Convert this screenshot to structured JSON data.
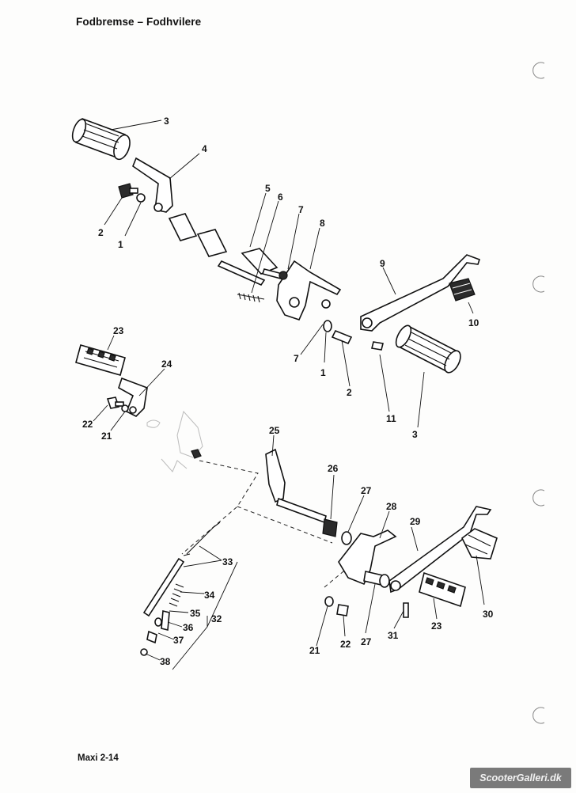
{
  "header": {
    "title": "Fodbremse – Fodhvilere"
  },
  "footer": {
    "page_ref": "Maxi 2-14"
  },
  "watermark": {
    "text": "ScooterGalleri.dk"
  },
  "labels": {
    "l1a": "1",
    "l1b": "1",
    "l2a": "2",
    "l2b": "2",
    "l3a": "3",
    "l3b": "3",
    "l4": "4",
    "l5": "5",
    "l6": "6",
    "l7a": "7",
    "l7b": "7",
    "l8": "8",
    "l9": "9",
    "l10": "10",
    "l11": "11",
    "l21a": "21",
    "l21b": "21",
    "l22a": "22",
    "l22b": "22",
    "l23a": "23",
    "l23b": "23",
    "l24": "24",
    "l25": "25",
    "l26": "26",
    "l27a": "27",
    "l27b": "27",
    "l28": "28",
    "l29": "29",
    "l30": "30",
    "l31": "31",
    "l32": "32",
    "l33": "33",
    "l34": "34",
    "l35": "35",
    "l36": "36",
    "l37": "37",
    "l38": "38"
  },
  "colors": {
    "ink": "#111111",
    "paper": "#fdfdfc",
    "watermark_bg": "#7a7a7a"
  }
}
